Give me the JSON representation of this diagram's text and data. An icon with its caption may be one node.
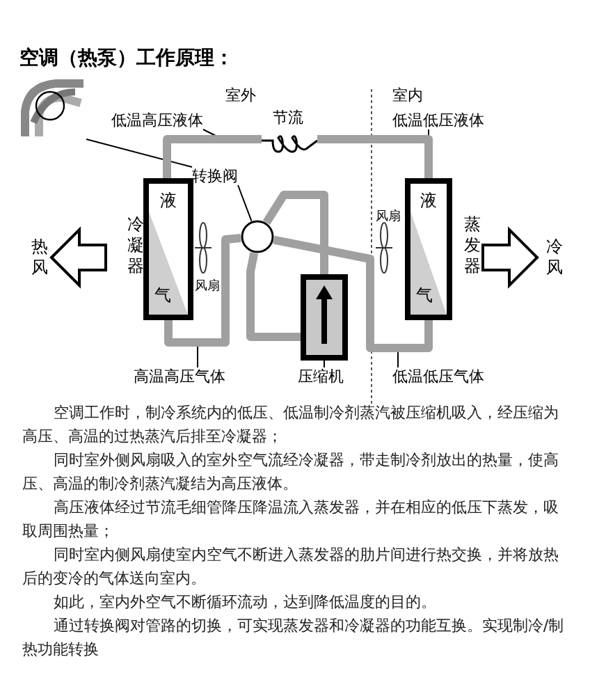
{
  "diagram": {
    "title": "空调（热泵）工作原理：",
    "nodes": [
      {
        "text": [],
        "shape": "picture"
      },
      {
        "text": [
          "低温高压液体"
        ]
      },
      {
        "text": [
          "节流"
        ]
      },
      {
        "text": [
          "低温低压液体"
        ]
      },
      {
        "text": [
          "转换阀"
        ]
      },
      {
        "text": [
          "液",
          "气"
        ],
        "beside": [
          "冷凝器"
        ]
      },
      {
        "text": [],
        "shape": "circle"
      },
      {
        "text": [
          "液",
          "气"
        ],
        "beside": [
          "蒸发器"
        ]
      },
      {
        "text": [],
        "shape": "box"
      },
      {
        "text": [
          "高温高压气体"
        ]
      },
      {
        "text": [
          "压缩机"
        ]
      },
      {
        "text": [
          "低温低压气体"
        ]
      }
    ],
    "edges": [
      {
        "from": 4,
        "to": 0,
        "arrow": "none"
      },
      {
        "from": 4,
        "to": 6,
        "arrow": "none"
      },
      {
        "from": 1,
        "to": null,
        "arrow": "none"
      },
      {
        "from": 3,
        "to": null,
        "arrow": "none"
      },
      {
        "from": 9,
        "to": null,
        "arrow": "none"
      },
      {
        "from": 10,
        "to": 8,
        "arrow": "none"
      },
      {
        "from": 11,
        "to": null,
        "arrow": "none"
      },
      {
        "from": 5,
        "to": 2,
        "arrow": "none",
        "style": "thick",
        "color": "#a0a0a0"
      },
      {
        "from": 2,
        "to": 7,
        "arrow": "none",
        "style": "thick",
        "color": "#a0a0a0"
      },
      {
        "from": 5,
        "to": 6,
        "arrow": "none",
        "style": "thick",
        "color": "#a0a0a0"
      },
      {
        "from": 6,
        "to": 8,
        "arrow": "none",
        "style": "thick",
        "color": "#a0a0a0"
      },
      {
        "from": 7,
        "to": 6,
        "arrow": "none",
        "style": "thick",
        "color": "#a0a0a0"
      },
      {
        "from": 6,
        "to": 8,
        "arrow": "none",
        "style": "thick",
        "color": "#a0a0a0"
      }
    ],
    "labels": [
      "室外",
      "室内",
      "风扇",
      "热风",
      "冷风",
      "风扇",
      "空调工作时，制冷系统内的低压、低温制冷剂蒸汽被压缩机吸入，经压缩为高压、高温的过热蒸汽后排至冷凝器；",
      "同时室外侧风扇吸入的室外空气流经冷凝器，带走制冷剂放出的热量，使高压、高温的制冷剂蒸汽凝结为高压液体。",
      "高压液体经过节流毛细管降压降温流入蒸发器，并在相应的低压下蒸发，吸取周围热量；",
      "同时室内侧风扇使室内空气不断进入蒸发器的肋片间进行热交换，并将放热后的变冷的气体送向室内。",
      "如此，室内外空气不断循环流动，达到降低温度的目的。",
      "通过转换阀对管路的切换，可实现蒸发器和冷凝器的功能互换。实现制冷/制热功能转换"
    ]
  }
}
